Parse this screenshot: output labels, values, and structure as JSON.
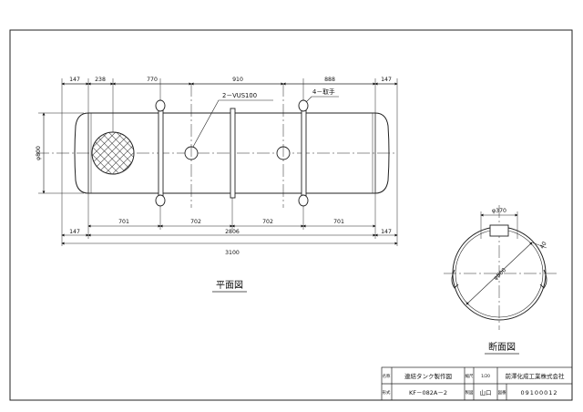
{
  "top_dims": [
    "147",
    "238",
    "770",
    "910",
    "888",
    "147"
  ],
  "bottom_dims": [
    "701",
    "702",
    "702",
    "701"
  ],
  "overall_inner": "2806",
  "overall_total": "3100",
  "end_dims": [
    "147",
    "147"
  ],
  "diameter_label": "φ800",
  "callout_nozzle": "2－VUS100",
  "callout_handle": "4－取手",
  "plan_view_title": "平面図",
  "section_dim_top": "φ370",
  "section_dim_handle": "40",
  "section_dim_diameter": "φ800",
  "section_view_title": "断面図",
  "title_block": {
    "name_label": "名称",
    "name_value": "連結タンク製作図",
    "scale_label": "縮尺",
    "scale_value": "1/20",
    "company": "前澤化成工業株式会社",
    "model_label": "形式",
    "model_value": "KF－082A－2",
    "drafter_label": "製図",
    "drafter_value": "山口",
    "drawing_no_label": "図番",
    "drawing_no_value": "09100012"
  }
}
